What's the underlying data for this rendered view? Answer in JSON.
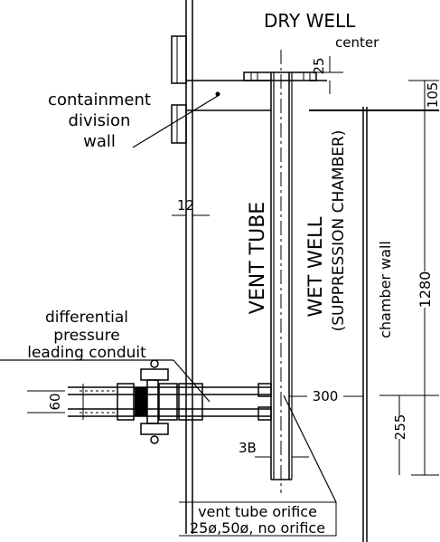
{
  "labels": {
    "dry_well": "DRY WELL",
    "center": "center",
    "containment_line1": "containment",
    "containment_line2": "division",
    "containment_line3": "wall",
    "vent_tube": "VENT TUBE",
    "wet_well": "WET WELL",
    "suppression_chamber": "(SUPPRESSION CHAMBER)",
    "chamber_wall": "chamber wall",
    "diff_line1": "differential",
    "diff_line2": "pressure",
    "diff_line3": "leading conduit",
    "orifice_line1": "vent tube orifice",
    "orifice_line2": "25ø,50ø, no orifice"
  },
  "dimensions": {
    "d25": "25",
    "d105": "105",
    "d1280": "1280",
    "d12": "12",
    "d60": "60",
    "d300": "300",
    "d255": "255",
    "d3b": "3B"
  }
}
